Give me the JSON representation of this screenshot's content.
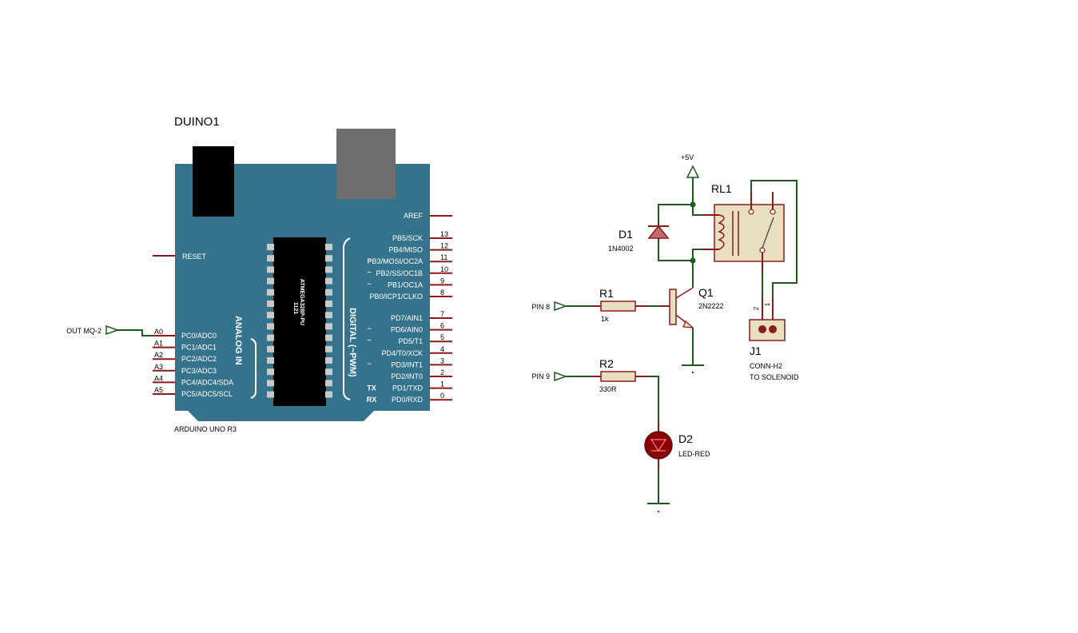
{
  "arduino": {
    "ref": "DUINO1",
    "model": "ARDUINO UNO R3",
    "chip_line1": "1121",
    "chip_line2": "ATMEGA328P-PU",
    "analog_label": "ANALOG IN",
    "digital_label": "DIGITAL (~PWM)",
    "reset": "RESET",
    "aref": "AREF",
    "analog_pins": [
      {
        "num": "A0",
        "name": "PC0/ADC0"
      },
      {
        "num": "A1",
        "name": "PC1/ADC1"
      },
      {
        "num": "A2",
        "name": "PC2/ADC2"
      },
      {
        "num": "A3",
        "name": "PC3/ADC3"
      },
      {
        "num": "A4",
        "name": "PC4/ADC4/SDA"
      },
      {
        "num": "A5",
        "name": "PC5/ADC5/SCL"
      }
    ],
    "digital_pins_high": [
      {
        "num": "13",
        "name": "PB5/SCK",
        "pwm": ""
      },
      {
        "num": "12",
        "name": "PB4/MISO",
        "pwm": ""
      },
      {
        "num": "11",
        "name": "PB3/MOSI/OC2A",
        "pwm": "~"
      },
      {
        "num": "10",
        "name": "PB2/SS/OC1B",
        "pwm": "~"
      },
      {
        "num": "9",
        "name": "PB1/OC1A",
        "pwm": "~"
      },
      {
        "num": "8",
        "name": "PB0/ICP1/CLKO",
        "pwm": ""
      }
    ],
    "digital_pins_low": [
      {
        "num": "7",
        "name": "PD7/AIN1",
        "pwm": ""
      },
      {
        "num": "6",
        "name": "PD6/AIN0",
        "pwm": "~"
      },
      {
        "num": "5",
        "name": "PD5/T1",
        "pwm": "~"
      },
      {
        "num": "4",
        "name": "PD4/T0/XCK",
        "pwm": ""
      },
      {
        "num": "3",
        "name": "PD3/INT1",
        "pwm": "~"
      },
      {
        "num": "2",
        "name": "PD2/INT0",
        "pwm": ""
      },
      {
        "num": "1",
        "name": "PD1/TXD",
        "pwm": "",
        "tag": "TX"
      },
      {
        "num": "0",
        "name": "PD0/RXD",
        "pwm": "",
        "tag": "RX"
      }
    ]
  },
  "terminals": {
    "out_mq2": "OUT MQ-2",
    "pin8": "PIN 8",
    "pin9": "PIN 9",
    "vcc": "+5V"
  },
  "components": {
    "rl1": {
      "ref": "RL1"
    },
    "d1": {
      "ref": "D1",
      "value": "1N4002"
    },
    "q1": {
      "ref": "Q1",
      "value": "2N2222"
    },
    "r1": {
      "ref": "R1",
      "value": "1k"
    },
    "r2": {
      "ref": "R2",
      "value": "330R"
    },
    "d2": {
      "ref": "D2",
      "value": "LED-RED"
    },
    "j1": {
      "ref": "J1",
      "value": "CONN-H2",
      "note": "TO SOLENOID",
      "pin2": "2",
      "pin1": "1"
    }
  },
  "colors": {
    "board": "#35738c",
    "wire": "#1f5a1f",
    "pin": "#8b1a1a",
    "component_body": "#e8dfc0"
  }
}
